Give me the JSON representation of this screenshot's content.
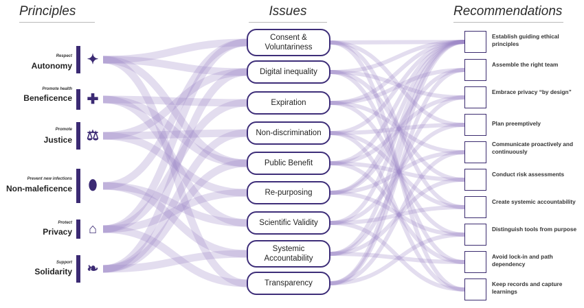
{
  "headers": {
    "principles": "Principles",
    "issues": "Issues",
    "recommendations": "Recommendations"
  },
  "principles": [
    {
      "sub": "Respect",
      "name": "Autonomy",
      "icon": "person-icon",
      "glyph": "✦"
    },
    {
      "sub": "Promote health",
      "name": "Beneficence",
      "icon": "plus-icon",
      "glyph": "✚"
    },
    {
      "sub": "Promote",
      "name": "Justice",
      "icon": "scales-icon",
      "glyph": "⚖"
    },
    {
      "sub": "Prevent new infections",
      "name": "Non-maleficence",
      "icon": "people-icon",
      "glyph": "⬮"
    },
    {
      "sub": "Protect",
      "name": "Privacy",
      "icon": "lock-icon",
      "glyph": "⌂"
    },
    {
      "sub": "Support",
      "name": "Solidarity",
      "icon": "handshake-icon",
      "glyph": "❧"
    }
  ],
  "issues": [
    "Consent & Voluntariness",
    "Digital inequality",
    "Expiration",
    "Non-discrimination",
    "Public Benefit",
    "Re-purposing",
    "Scientific Validity",
    "Systemic Accountability",
    "Transparency"
  ],
  "recommendations": [
    "Establish guiding ethical principles",
    "Assemble the right team",
    "Embrace privacy “by design”",
    "Plan preemptively",
    "Communicate proactively and continuously",
    "Conduct risk assessments",
    "Create systemic accountability",
    "Distinguish tools from purpose",
    "Avoid lock-in and path dependency",
    "Keep records and capture learnings"
  ],
  "colors": {
    "accent": "#3b2a73",
    "flow": "#9b86c4"
  }
}
